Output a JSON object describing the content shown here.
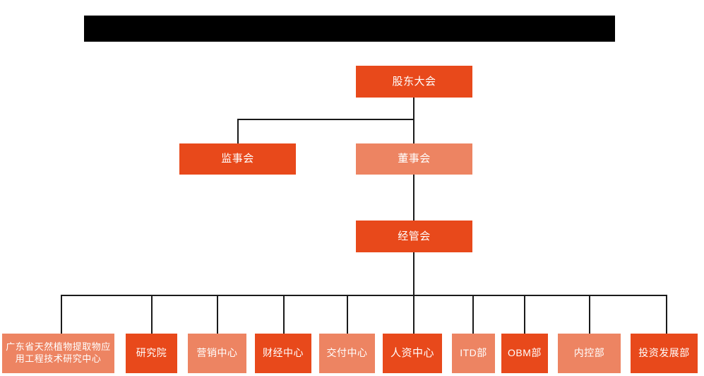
{
  "diagram": {
    "type": "organization-chart",
    "title_bar": {
      "content": "",
      "redacted": true,
      "color": "#000000"
    },
    "colors": {
      "primary_orange": "#E8491B",
      "secondary_orange": "#ED8462",
      "connector": "#1a1a1a",
      "text": "#FFFFFF",
      "background": "#FFFFFF"
    },
    "nodes": {
      "shareholders_meeting": {
        "label": "股东大会",
        "shade": "dark",
        "level": 1
      },
      "board_of_supervisors": {
        "label": "监事会",
        "shade": "dark",
        "level": 2
      },
      "board_of_directors": {
        "label": "董事会",
        "shade": "light",
        "level": 2
      },
      "management_committee": {
        "label": "经管会",
        "shade": "dark",
        "level": 3
      }
    },
    "departments": [
      {
        "label_line1": "广东省天然植物提取物应",
        "label_line2": "用工程技术研究中心",
        "shade": "light"
      },
      {
        "label_line1": "研究院",
        "label_line2": "",
        "shade": "dark"
      },
      {
        "label_line1": "营销中心",
        "label_line2": "",
        "shade": "light"
      },
      {
        "label_line1": "财经中心",
        "label_line2": "",
        "shade": "dark"
      },
      {
        "label_line1": "交付中心",
        "label_line2": "",
        "shade": "light"
      },
      {
        "label_line1": "人资中心",
        "label_line2": "",
        "shade": "dark"
      },
      {
        "label_line1": "ITD部",
        "label_line2": "",
        "shade": "light"
      },
      {
        "label_line1": "OBM部",
        "label_line2": "",
        "shade": "dark"
      },
      {
        "label_line1": "内控部",
        "label_line2": "",
        "shade": "light"
      },
      {
        "label_line1": "投资发展部",
        "label_line2": "",
        "shade": "dark"
      }
    ]
  }
}
